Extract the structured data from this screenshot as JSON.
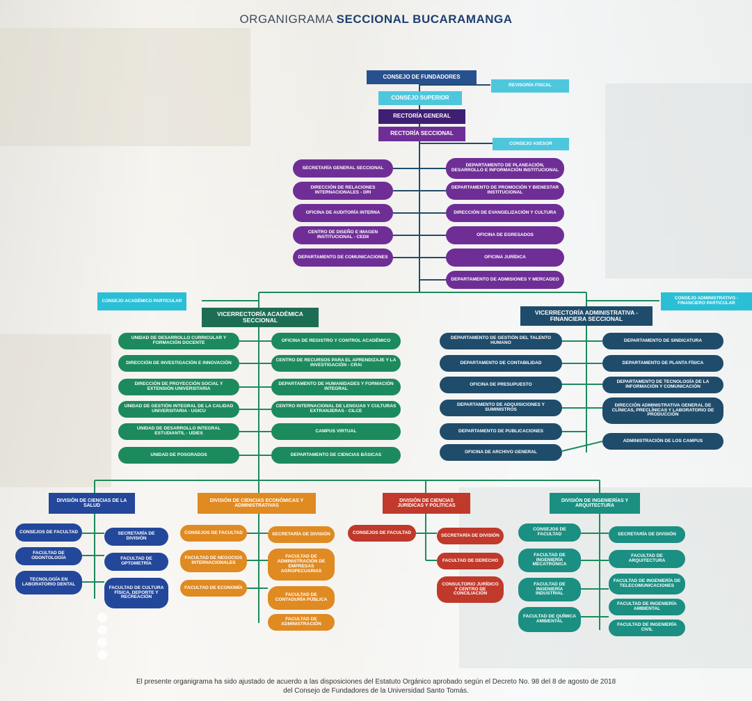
{
  "title": {
    "prefix": "ORGANIGRAMA",
    "bold": "SECCIONAL BUCARAMANGA"
  },
  "top": {
    "fundadores": "CONSEJO DE FUNDADORES",
    "superior": "CONSEJO SUPERIOR",
    "revisoria": "REVISORÍA FISCAL",
    "rectoria_general": "RECTORÍA GENERAL",
    "rectoria_seccional": "RECTORÍA SECCIONAL",
    "asesor": "CONSEJO ASESOR"
  },
  "staff_left": [
    "SECRETARÍA GENERAL SECCIONAL",
    "DIRECCIÓN DE RELACIONES INTERNACIONALES - DRI",
    "OFICINA DE AUDITORÍA INTERNA",
    "CENTRO DE DISEÑO E IMAGEN INSTITUCIONAL - CEDII",
    "DEPARTAMENTO DE COMUNICACIONES"
  ],
  "staff_right": [
    "DEPARTAMENTO DE PLANEACIÓN, DESARROLLO E INFORMACIÓN INSTITUCIONAL",
    "DEPARTAMENTO DE PROMOCIÓN Y BIENESTAR INSTITUCIONAL",
    "DIRECCIÓN DE EVANGELIZACIÓN Y CULTURA",
    "OFICINA DE EGRESADOS",
    "OFICINA JURÍDICA",
    "DEPARTAMENTO DE ADMISIONES Y MERCADEO"
  ],
  "consejo_academico": "CONSEJO ACADÉMICO PARTICULAR",
  "consejo_administrativo": "CONSEJO ADMINISTRATIVO - FINANCIERO PARTICULAR",
  "vice_academica": {
    "title": "VICERRECTORÍA ACADÉMICA SECCIONAL",
    "left": [
      "UNIDAD DE DESARROLLO CURRICULAR Y FORMACIÓN DOCENTE",
      "DIRECCIÓN DE INVESTIGACIÓN E INNOVACIÓN",
      "DIRECCIÓN DE PROYECCIÓN SOCIAL Y EXTENSIÓN UNIVERSITARIA",
      "UNIDAD DE GESTIÓN INTEGRAL DE LA CALIDAD UNIVERSITARIA - UGICU",
      "UNIDAD DE DESARROLLO INTEGRAL ESTUDIANTIL - UDIES",
      "UNIDAD DE POSGRADOS"
    ],
    "right": [
      "OFICINA DE REGISTRO Y CONTROL ACADÉMICO",
      "CENTRO DE RECURSOS PARA EL APRENDIZAJE Y LA INVESTIGACIÓN - CRAI",
      "DEPARTAMENTO DE HUMANIDADES Y FORMACIÓN INTEGRAL",
      "CENTRO INTERNACIONAL DE LENGUAS Y CULTURAS EXTRANJERAS - CILCE",
      "CAMPUS VIRTUAL",
      "DEPARTAMENTO DE CIENCIAS BÁSICAS"
    ]
  },
  "vice_administrativa": {
    "title": "VICERRECTORÍA ADMINISTRATIVA - FINANCIERA SECCIONAL",
    "left": [
      "DEPARTAMENTO DE GESTIÓN DEL TALENTO HUMANO",
      "DEPARTAMENTO DE CONTABILIDAD",
      "OFICINA DE PRESUPUESTO",
      "DEPARTAMENTO DE ADQUISICIONES Y SUMINISTROS",
      "DEPARTAMENTO DE PUBLICACIONES",
      "OFICINA DE ARCHIVO GENERAL"
    ],
    "right": [
      "DEPARTAMENTO DE SINDICATURA",
      "DEPARTAMENTO DE PLANTA FÍSICA",
      "DEPARTAMENTO DE TECNOLOGÍA DE LA INFORMACIÓN Y COMUNICACIÓN",
      "DIRECCIÓN ADMINISTRATIVA GENERAL DE CLÍNICAS, PRECLÍNICAS Y LABORATORIO DE PRODUCCIÓN",
      "ADMINISTRACIÓN DE LOS CAMPUS"
    ]
  },
  "divisions": {
    "salud": {
      "title": "DIVISIÓN DE CIENCIAS DE LA SALUD",
      "left": [
        "CONSEJOS DE FACULTAD",
        "FACULTAD DE ODONTOLOGÍA",
        "TECNOLOGÍA EN LABORATORIO DENTAL"
      ],
      "right": [
        "SECRETARÍA DE DIVISIÓN",
        "FACULTAD DE OPTOMETRÍA",
        "FACULTAD DE CULTURA FÍSICA, DEPORTE Y RECREACIÓN"
      ]
    },
    "economicas": {
      "title": "DIVISIÓN DE CIENCIAS ECONÓMICAS Y ADMINISTRATIVAS",
      "left": [
        "CONSEJOS DE FACULTAD",
        "FACULTAD DE NEGOCIOS INTERNACIONALES",
        "FACULTAD DE ECONOMÍA"
      ],
      "right": [
        "SECRETARÍA DE DIVISIÓN",
        "FACULTAD DE ADMINISTRACIÓN DE EMPRESAS AGROPECUARIAS",
        "FACULTAD DE CONTADURÍA PÚBLICA",
        "FACULTAD DE ADMINISTRACIÓN"
      ]
    },
    "juridicas": {
      "title": "DIVISIÓN DE CIENCIAS JURÍDICAS Y POLÍTICAS",
      "left": [
        "CONSEJOS DE FACULTAD"
      ],
      "right": [
        "SECRETARÍA DE DIVISIÓN",
        "FACULTAD DE DERECHO",
        "CONSULTORIO JURÍDICO Y CENTRO DE CONCILIACIÓN"
      ]
    },
    "ingenierias": {
      "title": "DIVISIÓN DE INGENIERÍAS Y ARQUITECTURA",
      "left": [
        "CONSEJOS DE FACULTAD",
        "FACULTAD DE INGENIERÍA MECATRÓNICA",
        "FACULTAD DE INGENIERÍA INDUSTRIAL",
        "FACULTAD DE QUÍMICA AMBIENTAL"
      ],
      "right": [
        "SECRETARÍA DE DIVISIÓN",
        "FACULTAD DE ARQUITECTURA",
        "FACULTAD DE INGENIERÍA DE TELECOMUNICACIONES",
        "FACULTAD DE INGENIERÍA AMBIENTAL",
        "FACULTAD DE INGENIERÍA CIVIL"
      ]
    }
  },
  "footer": {
    "line1": "El presente organigrama ha sido ajustado de acuerdo a las disposiciones del Estatuto Orgánico aprobado según el Decreto No. 98 del 8 de agosto de 2018",
    "line2": "del Consejo de Fundadores de la Universidad Santo Tomás."
  }
}
